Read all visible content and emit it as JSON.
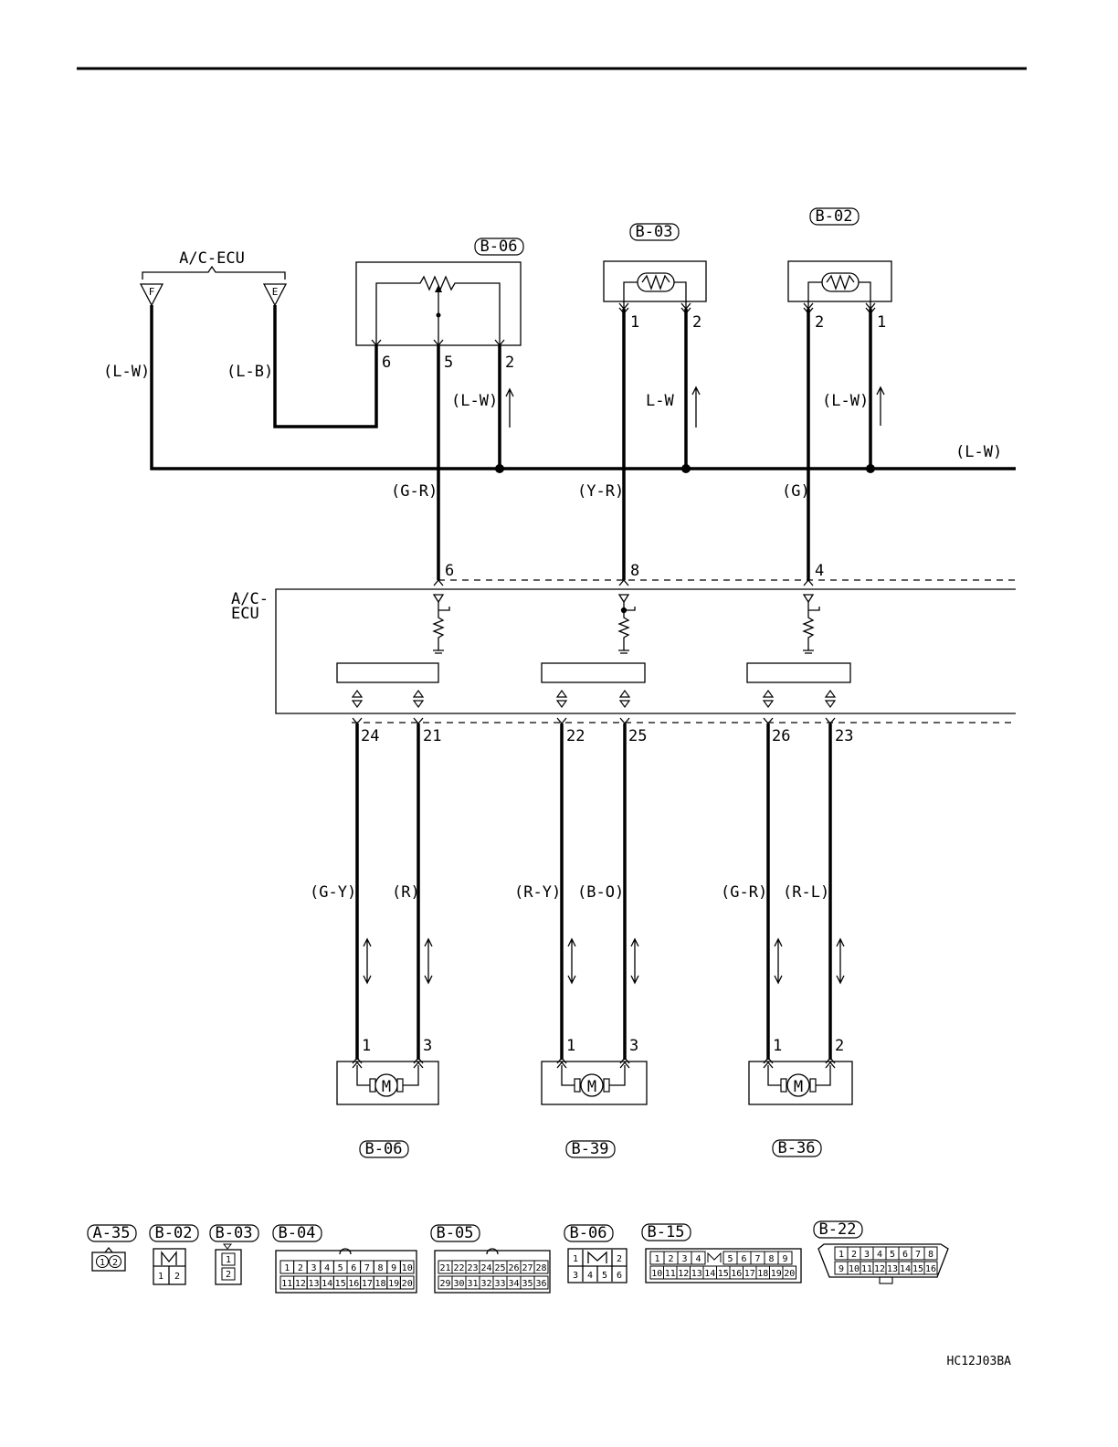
{
  "ecu_label_top": "A/C-ECU",
  "ecu_label_box": [
    "A/C-",
    "ECU"
  ],
  "terminal_f": "F",
  "terminal_e": "E",
  "sensor_connectors": {
    "b06_top": "B-06",
    "b03": "B-03",
    "b02": "B-02"
  },
  "wire_colors": {
    "f_wire": "(L-W)",
    "e_wire": "(L-B)",
    "b06_pin2": "(L-W)",
    "b03_pin2": "L-W",
    "b02_pin1": "(L-W)",
    "bus_right": "(L-W)",
    "b06_pin5": "(G-R)",
    "b03_pin1": "(Y-R)",
    "b02_pin2": "(G)",
    "m1_a": "(G-Y)",
    "m1_b": "(R)",
    "m2_a": "(R-Y)",
    "m2_b": "(B-O)",
    "m3_a": "(G-R)",
    "m3_b": "(R-L)"
  },
  "pins": {
    "b06_6": "6",
    "b06_5": "5",
    "b06_2": "2",
    "b03_1": "1",
    "b03_2": "2",
    "b02_2": "2",
    "b02_1": "1",
    "ecu_6": "6",
    "ecu_8": "8",
    "ecu_4": "4",
    "ecu_24": "24",
    "ecu_21": "21",
    "ecu_22": "22",
    "ecu_25": "25",
    "ecu_26": "26",
    "ecu_23": "23",
    "m1_1": "1",
    "m1_3": "3",
    "m2_1": "1",
    "m2_3": "3",
    "m3_1": "1",
    "m3_2": "2"
  },
  "motor_symbol": "M",
  "motor_connectors": [
    "B-06",
    "B-39",
    "B-36"
  ],
  "connector_views": {
    "a35": {
      "tag": "A-35",
      "cells": [
        "1",
        "2"
      ]
    },
    "b02": {
      "tag": "B-02",
      "cells": [
        "1",
        "2"
      ]
    },
    "b03": {
      "tag": "B-03",
      "cells": [
        "1",
        "2"
      ]
    },
    "b04": {
      "tag": "B-04",
      "row1": [
        "1",
        "2",
        "3",
        "4",
        "5",
        "6",
        "7",
        "8",
        "9",
        "10"
      ],
      "row2": [
        "11",
        "12",
        "13",
        "14",
        "15",
        "16",
        "17",
        "18",
        "19",
        "20"
      ]
    },
    "b05": {
      "tag": "B-05",
      "row1": [
        "21",
        "22",
        "23",
        "24",
        "25",
        "26",
        "27",
        "28"
      ],
      "row2": [
        "29",
        "30",
        "31",
        "32",
        "33",
        "34",
        "35",
        "36"
      ]
    },
    "b06": {
      "tag": "B-06",
      "row1": [
        "1",
        "2"
      ],
      "row2": [
        "3",
        "4",
        "5",
        "6"
      ]
    },
    "b15": {
      "tag": "B-15",
      "row1": [
        "1",
        "2",
        "3",
        "4",
        "5",
        "6",
        "7",
        "8",
        "9"
      ],
      "row2": [
        "10",
        "11",
        "12",
        "13",
        "14",
        "15",
        "16",
        "17",
        "18",
        "19",
        "20"
      ]
    },
    "b22": {
      "tag": "B-22",
      "row1": [
        "1",
        "2",
        "3",
        "4",
        "5",
        "6",
        "7",
        "8"
      ],
      "row2": [
        "9",
        "10",
        "11",
        "12",
        "13",
        "14",
        "15",
        "16"
      ]
    }
  },
  "figure_code": "HC12J03BA"
}
